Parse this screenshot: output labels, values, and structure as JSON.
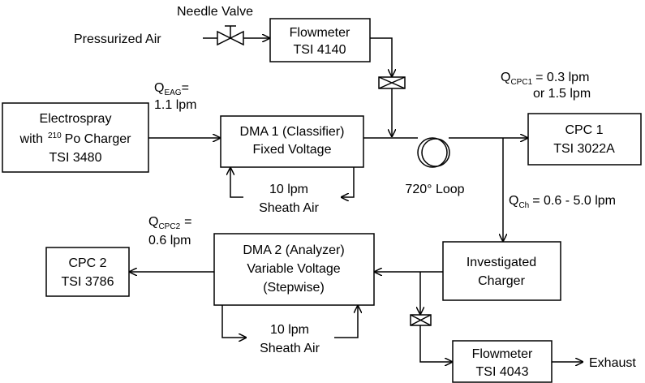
{
  "labels": {
    "needle_valve": "Needle Valve",
    "pressurized_air": "Pressurized Air",
    "flowmeter1_line1": "Flowmeter",
    "flowmeter1_line2": "TSI 4140",
    "q_eag_main": "Q",
    "q_eag_sub": "EAG",
    "q_eag_eq": "=",
    "q_eag_value": "1.1 lpm",
    "q_cpc1_main": "Q",
    "q_cpc1_sub": "CPC1",
    "q_cpc1_value1": "= 0.3 lpm",
    "q_cpc1_value2": "or 1.5 lpm",
    "electrospray_line1": "Electrospray",
    "electrospray_with": "with",
    "electrospray_sup": "210",
    "electrospray_po": "Po Charger",
    "electrospray_line3": "TSI 3480",
    "dma1_line1": "DMA 1 (Classifier)",
    "dma1_line2": "Fixed Voltage",
    "cpc1_line1": "CPC 1",
    "cpc1_line2": "TSI 3022A",
    "sheath1_line1": "10 lpm",
    "sheath1_line2": "Sheath Air",
    "loop": "720° Loop",
    "q_ch_main": "Q",
    "q_ch_sub": "Ch",
    "q_ch_value": "= 0.6 - 5.0 lpm",
    "q_cpc2_main": "Q",
    "q_cpc2_sub": "CPC2",
    "q_cpc2_eq": "=",
    "q_cpc2_value": "0.6 lpm",
    "cpc2_line1": "CPC 2",
    "cpc2_line2": "TSI 3786",
    "dma2_line1": "DMA 2 (Analyzer)",
    "dma2_line2": "Variable Voltage",
    "dma2_line3": "(Stepwise)",
    "charger_line1": "Investigated",
    "charger_line2": "Charger",
    "sheath2_line1": "10 lpm",
    "sheath2_line2": "Sheath Air",
    "flowmeter2_line1": "Flowmeter",
    "flowmeter2_line2": "TSI 4043",
    "exhaust": "Exhaust"
  }
}
